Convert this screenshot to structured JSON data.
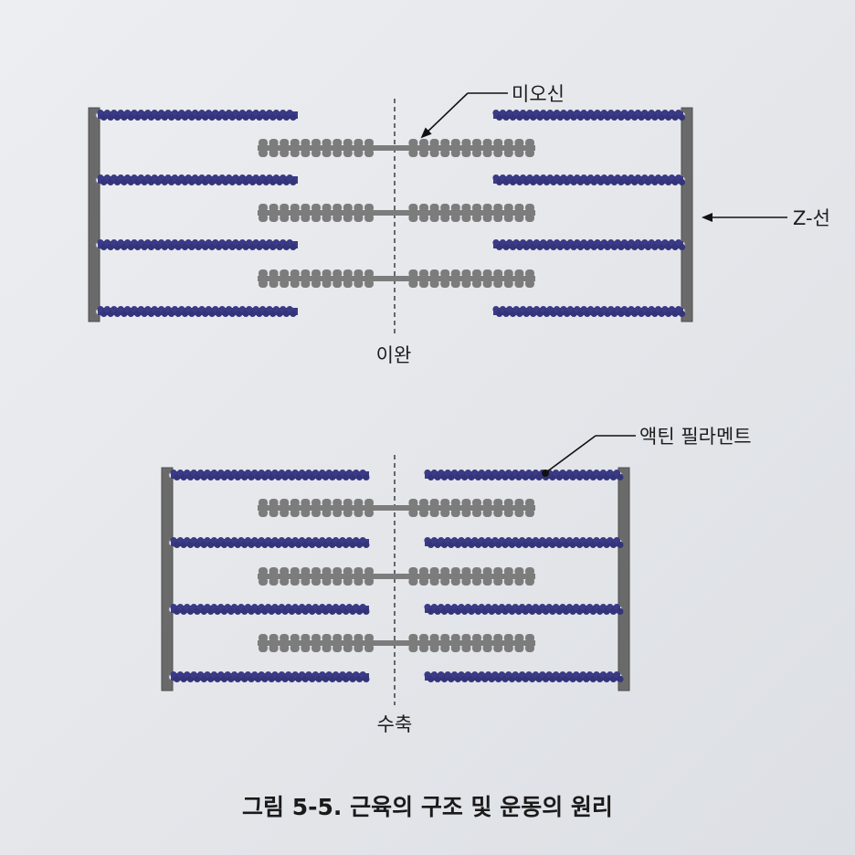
{
  "labels": {
    "myosin": "미오신",
    "z_line": "Z-선",
    "relaxed": "이완",
    "actin": "액틴 필라멘트",
    "contracted": "수축"
  },
  "caption": "그림 5-5. 근육의 구조 및 운동의 원리",
  "colors": {
    "actin": "#3a3a86",
    "myosin": "#7c7c7c",
    "z_line": "#6a6a6a",
    "pointer": "#111111"
  }
}
